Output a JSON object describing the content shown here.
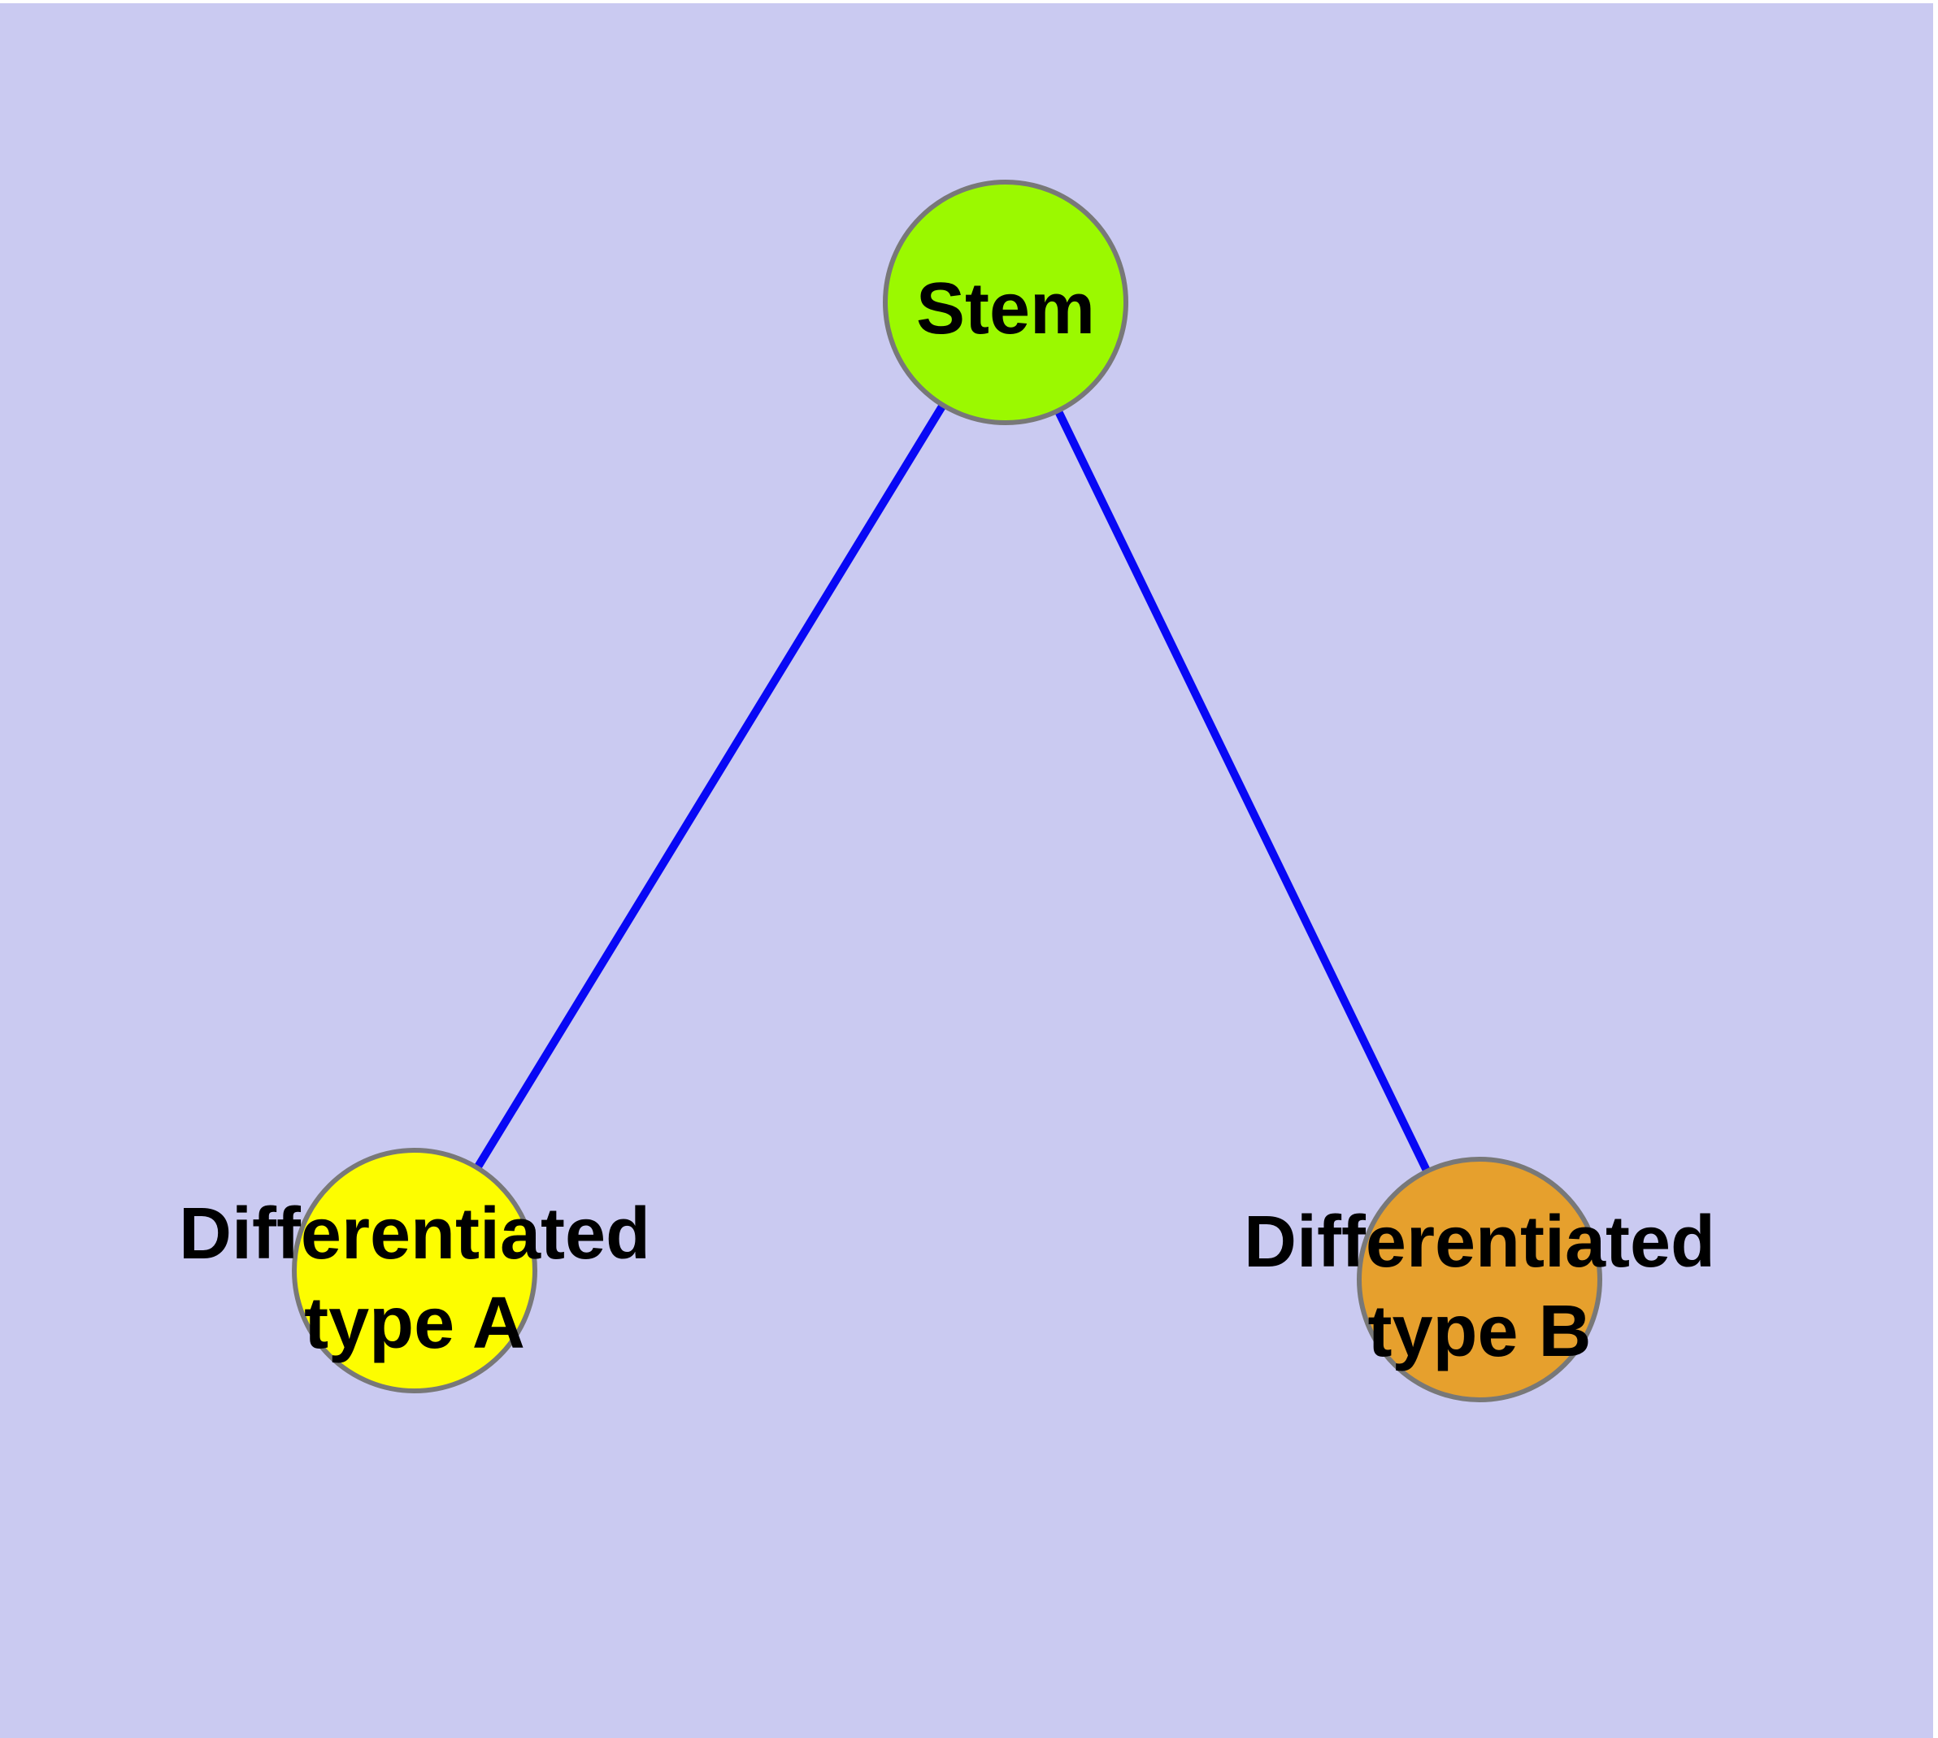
{
  "diagram": {
    "type": "node-link-tree",
    "background_color": "#CACAF1",
    "margin_color": "#FFFFFF",
    "edge_color": "#0808F5",
    "node_border_color": "#787878",
    "label_color": "#000000",
    "nodes": {
      "stem": {
        "label": "Stem",
        "color": "#9BF900"
      },
      "type_a": {
        "label_line1": "Differentiated",
        "label_line2": "type A",
        "label_full": "Differentiated type A",
        "color": "#FDFD00"
      },
      "type_b": {
        "label_line1": "Differentiated",
        "label_line2": "type B",
        "label_full": "Differentiated type B",
        "color": "#E6A02D"
      }
    },
    "edges": [
      {
        "from": "Stem",
        "to": "Differentiated type A"
      },
      {
        "from": "Stem",
        "to": "Differentiated type B"
      }
    ]
  }
}
